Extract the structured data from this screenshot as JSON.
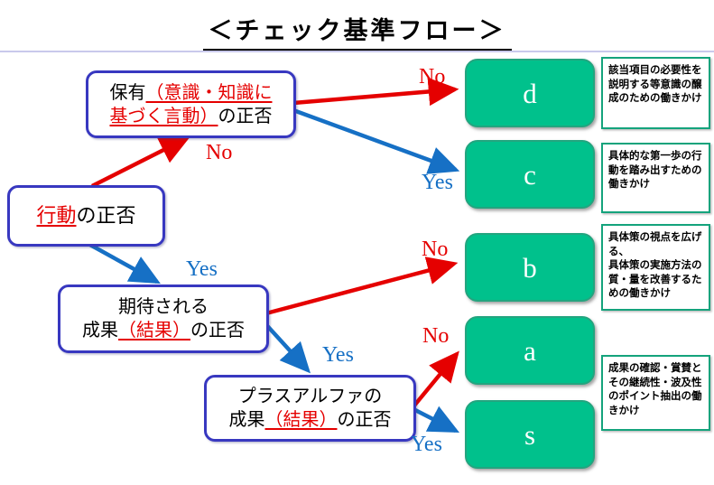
{
  "title": "＜チェック基準フロー＞",
  "decisions": {
    "hoyu": {
      "l1a": "保有",
      "l1b": "（意識・知識に",
      "l2a": "基づく言動）",
      "l2b": "の正否"
    },
    "kodo": {
      "l1a": "行動",
      "l1b": "の正否"
    },
    "kitai": {
      "l1": "期待される",
      "l2a": "成果",
      "l2b": "（結果）",
      "l2c": "の正否"
    },
    "plus": {
      "l1": "プラスアルファの",
      "l2a": "成果",
      "l2b": "（結果）",
      "l2c": "の正否"
    }
  },
  "grades": [
    {
      "letter": "d"
    },
    {
      "letter": "c"
    },
    {
      "letter": "b"
    },
    {
      "letter": "a"
    },
    {
      "letter": "s"
    }
  ],
  "descriptions": [
    {
      "text": "該当項目の必要性を説明する等意識の醸成のための働きかけ"
    },
    {
      "text": "具体的な第一歩の行動を踏み出すための働きかけ"
    },
    {
      "text": "具体策の視点を広げる、\n具体策の実施方法の質・量を改善するための働きかけ"
    },
    {
      "text": "成果の確認・賞賛と\nその継続性・波及性のポイント抽出の働きかけ"
    }
  ],
  "edge_labels": {
    "no": "No",
    "yes": "Yes"
  },
  "colors": {
    "arrow_red": "#e50000",
    "arrow_blue": "#1670c5",
    "node_border_blue": "#3838c0",
    "grade_fill_green": "#00c18c",
    "desc_border_teal": "#14a37c",
    "title_rule_lavender": "#c9c9ec"
  }
}
